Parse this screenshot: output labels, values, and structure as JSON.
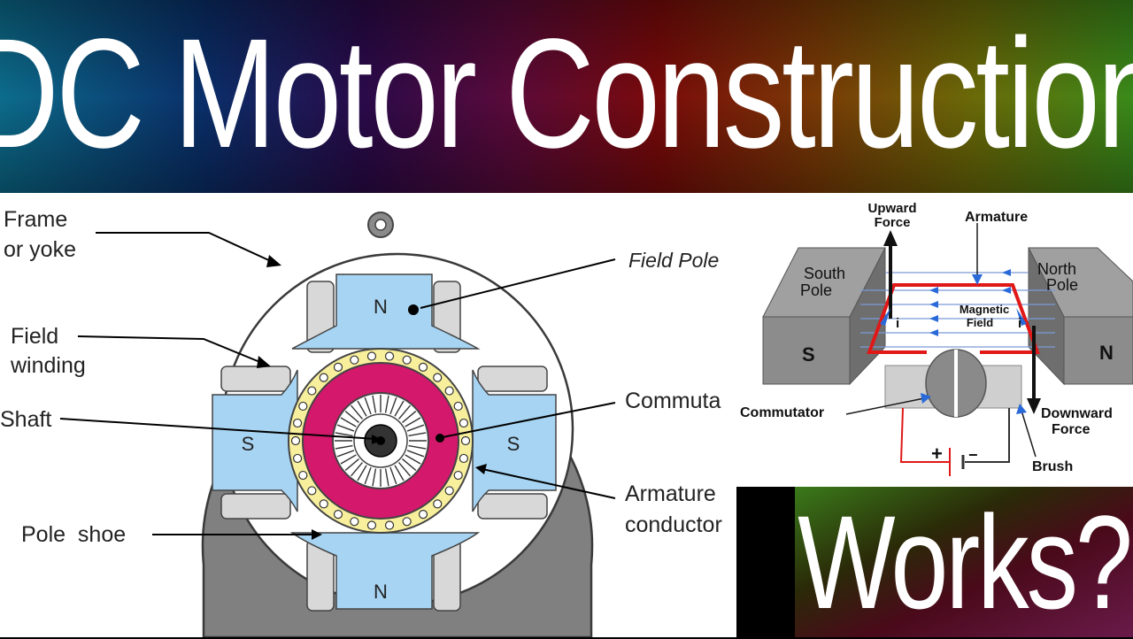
{
  "title": "DC Motor Construction",
  "subtitle": "Works?",
  "construction_diagram": {
    "labels": {
      "frame": [
        "Frame",
        "or yoke"
      ],
      "field_pole": "Field Pole",
      "field_winding": [
        "Field",
        "winding"
      ],
      "shaft": "Shaft",
      "commutator": "Commuta",
      "pole_shoe": "Pole  shoe",
      "armature_conductor": [
        "Armature",
        "conductor"
      ],
      "pole_n": "N",
      "pole_s": "S"
    },
    "colors": {
      "frame": "#808080",
      "pole": "#a6d4f2",
      "armature_core": "#d4186c",
      "conductor_ring": "#f7ef9c"
    }
  },
  "working_diagram": {
    "labels": {
      "upward_force": [
        "Upward",
        "Force"
      ],
      "armature": "Armature",
      "south_pole": [
        "South",
        "Pole"
      ],
      "north_pole": [
        "North",
        "Pole"
      ],
      "magnetic_field": [
        "Magnetic",
        "Field"
      ],
      "current": "i",
      "s": "S",
      "n": "N",
      "commutator": "Commutator",
      "downward_force": [
        "Downward",
        "Force"
      ],
      "brush": "Brush",
      "plus": "+",
      "minus": "−"
    },
    "colors": {
      "coil": "#e01818",
      "field_lines": "#7a9ad8",
      "magnet": "#8c8c8c"
    }
  }
}
